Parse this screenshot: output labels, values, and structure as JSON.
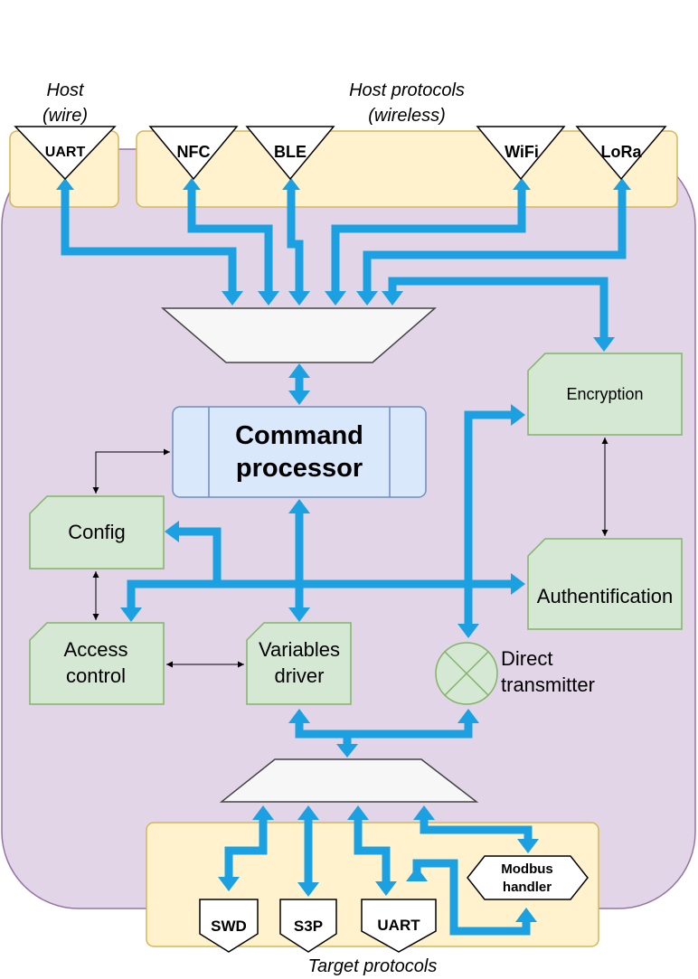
{
  "header": {
    "host_wire": [
      "Host",
      "(wire)"
    ],
    "host_wireless": [
      "Host protocols",
      "(wireless)"
    ]
  },
  "host_ports": {
    "uart": "UART",
    "nfc": "NFC",
    "ble": "BLE",
    "wifi": "WiFi",
    "lora": "LoRa"
  },
  "blocks": {
    "command_processor": [
      "Command",
      "processor"
    ],
    "encryption": "Encryption",
    "config": "Config",
    "authentification": "Authentification",
    "access_control": [
      "Access",
      "control"
    ],
    "variables_driver": [
      "Variables",
      "driver"
    ],
    "direct_transmitter": [
      "Direct",
      "transmitter"
    ],
    "modbus_handler": [
      "Modbus",
      "handler"
    ]
  },
  "target_ports": {
    "swd": "SWD",
    "s3p": "S3P",
    "uart": "UART"
  },
  "footer": {
    "target_protocols": "Target protocols"
  },
  "colors": {
    "purple_bg": "#e1d5e7",
    "purple_stroke": "#9673a6",
    "yellow_bg": "#fff2cc",
    "yellow_stroke": "#d6b656",
    "green_bg": "#d5e8d4",
    "green_stroke": "#82b366",
    "blue_bg": "#dae8fc",
    "blue_stroke": "#6c8ebf",
    "arrow_blue": "#1ba1e2"
  }
}
